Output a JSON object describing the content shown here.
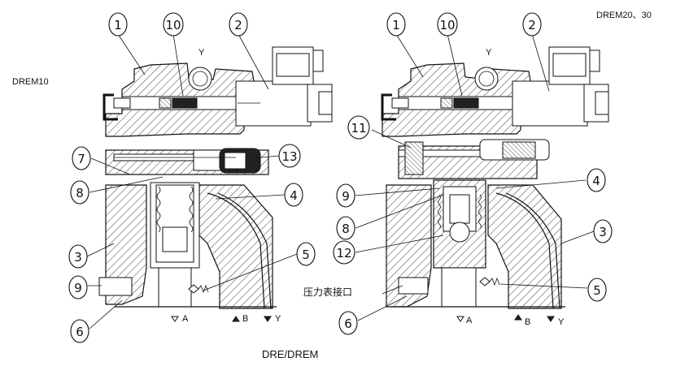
{
  "top_right_label": "DREM20、30",
  "left_label": "DREM10",
  "caption": "DRE/DREM",
  "gauge_port_label": "压力表接口",
  "left_view": {
    "callouts": [
      "1",
      "10",
      "2",
      "7",
      "13",
      "8",
      "4",
      "3",
      "5",
      "9",
      "6"
    ],
    "ports": {
      "top": "Y",
      "a": "A",
      "b": "B",
      "y": "Y"
    }
  },
  "right_view": {
    "callouts": [
      "1",
      "10",
      "2",
      "11",
      "4",
      "9",
      "8",
      "3",
      "12",
      "5",
      "6"
    ],
    "ports": {
      "top": "Y",
      "a": "A",
      "b": "B",
      "y": "Y"
    }
  },
  "icons": [
    "solenoid-connector-icon",
    "check-valve-symbol-icon",
    "port-triangle-icon"
  ]
}
